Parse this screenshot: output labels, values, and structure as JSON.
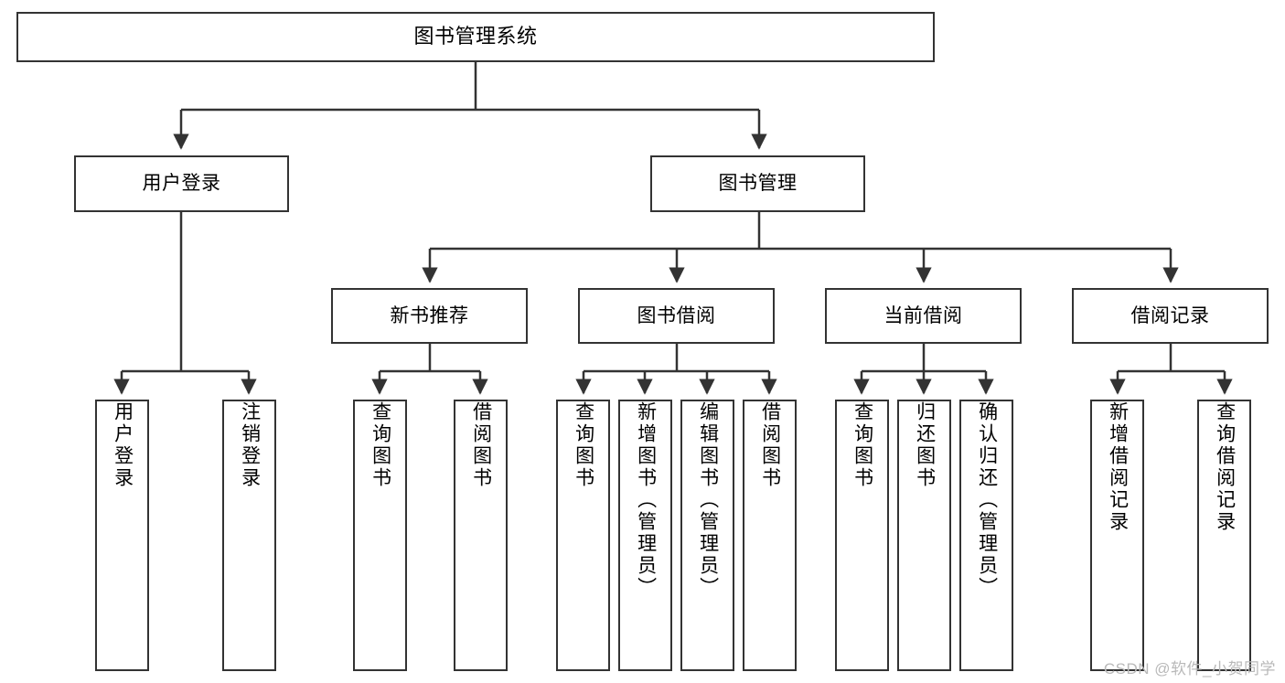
{
  "diagram": {
    "title": "图书管理系统",
    "type": "tree-hierarchy",
    "watermark": "CSDN @软件_小贺同学",
    "colors": {
      "border": "#333333",
      "background": "#ffffff",
      "text": "#000000",
      "watermark": "#b9b9b9"
    },
    "nodes": {
      "root": {
        "label": "图书管理系统",
        "level": 1
      },
      "l2": [
        {
          "id": "user-login",
          "label": "用户登录",
          "level": 2
        },
        {
          "id": "book-management",
          "label": "图书管理",
          "level": 2
        }
      ],
      "l3": [
        {
          "id": "new-book-recommend",
          "label": "新书推荐",
          "level": 3,
          "parent": "book-management"
        },
        {
          "id": "book-borrow",
          "label": "图书借阅",
          "level": 3,
          "parent": "book-management"
        },
        {
          "id": "current-borrow",
          "label": "当前借阅",
          "level": 3,
          "parent": "book-management"
        },
        {
          "id": "borrow-record",
          "label": "借阅记录",
          "level": 3,
          "parent": "book-management"
        }
      ],
      "leaves": [
        {
          "id": "leaf-user-login",
          "label": "用户登录",
          "parent": "user-login"
        },
        {
          "id": "leaf-logout-login",
          "label": "注销登录",
          "parent": "user-login"
        },
        {
          "id": "leaf-query-book-1",
          "label": "查询图书",
          "parent": "new-book-recommend"
        },
        {
          "id": "leaf-borrow-book-1",
          "label": "借阅图书",
          "parent": "new-book-recommend"
        },
        {
          "id": "leaf-query-book-2",
          "label": "查询图书",
          "parent": "book-borrow"
        },
        {
          "id": "leaf-add-book",
          "label": "新增图书（管理员）",
          "parent": "book-borrow"
        },
        {
          "id": "leaf-edit-book",
          "label": "编辑图书（管理员）",
          "parent": "book-borrow"
        },
        {
          "id": "leaf-borrow-book-2",
          "label": "借阅图书",
          "parent": "book-borrow"
        },
        {
          "id": "leaf-query-book-3",
          "label": "查询图书",
          "parent": "current-borrow"
        },
        {
          "id": "leaf-return-book",
          "label": "归还图书",
          "parent": "current-borrow"
        },
        {
          "id": "leaf-confirm-return",
          "label": "确认归还（管理员）",
          "parent": "current-borrow"
        },
        {
          "id": "leaf-add-record",
          "label": "新增借阅记录",
          "parent": "borrow-record"
        },
        {
          "id": "leaf-query-record",
          "label": "查询借阅记录",
          "parent": "borrow-record"
        }
      ]
    }
  }
}
